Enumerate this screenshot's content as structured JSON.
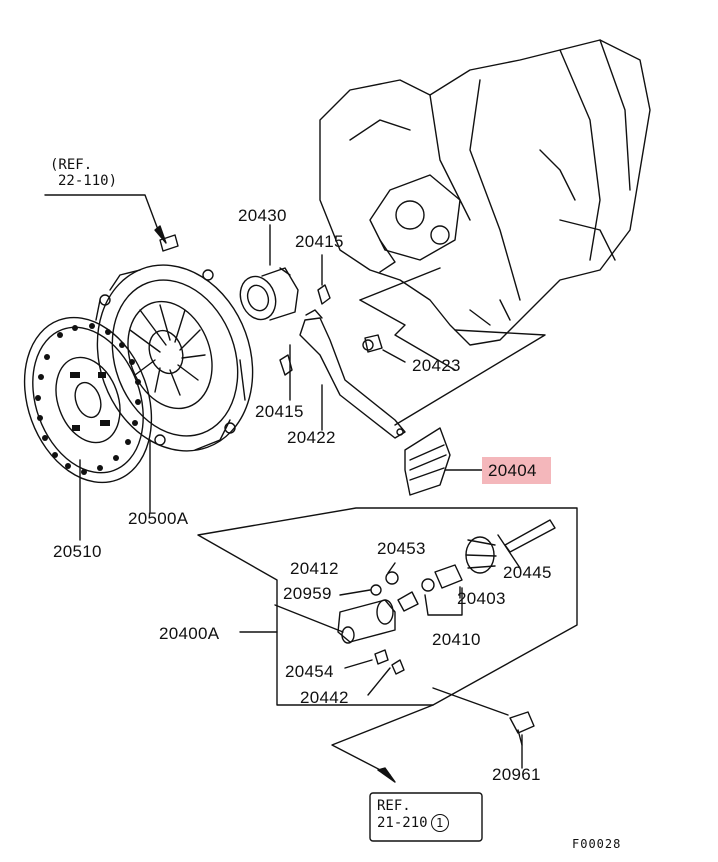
{
  "diagram": {
    "labels": {
      "p20430": "20430",
      "p20415_top": "20415",
      "p20423": "20423",
      "p20415_mid": "20415",
      "p20422": "20422",
      "p20404": "20404",
      "p20500A": "20500A",
      "p20510": "20510",
      "p20453": "20453",
      "p20412": "20412",
      "p20445": "20445",
      "p20959": "20959",
      "p20403": "20403",
      "p20400A": "20400A",
      "p20410": "20410",
      "p20454": "20454",
      "p20442": "20442",
      "p20961": "20961"
    },
    "ref_top": {
      "line1": "(REF.",
      "line2": "22-110)"
    },
    "ref_bottom": {
      "line1": "REF.",
      "line2": "21-210",
      "circled": "1"
    },
    "figure_code": "F00028",
    "highlight_color": "#f4b7bb"
  }
}
